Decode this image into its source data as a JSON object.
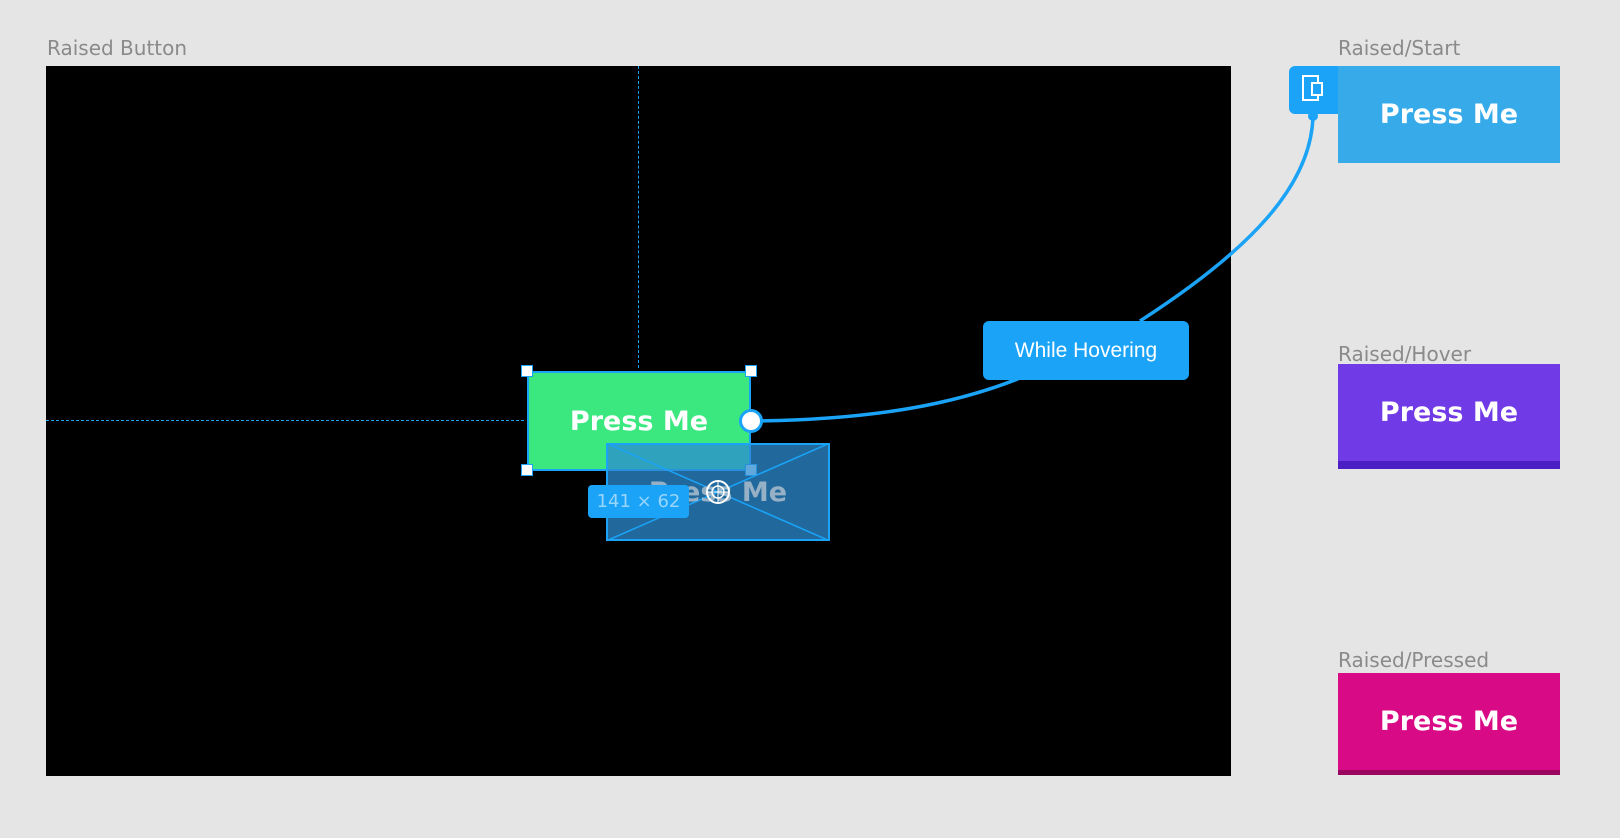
{
  "frames": {
    "main_label": "Raised Button",
    "start_label": "Raised/Start",
    "hover_label": "Raised/Hover",
    "pressed_label": "Raised/Pressed"
  },
  "canvas": {
    "selected_button_label": "Press Me",
    "ghost_button_label": "Press Me",
    "dimension_badge": "141 × 62",
    "interaction_label": "While Hovering"
  },
  "states": {
    "start_label": "Press Me",
    "hover_label": "Press Me",
    "pressed_label": "Press Me"
  },
  "colors": {
    "canvas_bg": "#e5e5e5",
    "frame_bg": "#000000",
    "selection": "#1aa3f7",
    "button_green": "#3be880",
    "start_blue": "#37abea",
    "hover_purple": "#703ae6",
    "pressed_magenta": "#d90a85"
  },
  "icons": {
    "trigger": "device-trigger-icon",
    "move": "move-crosshair-icon",
    "placeholder": "image-placeholder-x"
  }
}
